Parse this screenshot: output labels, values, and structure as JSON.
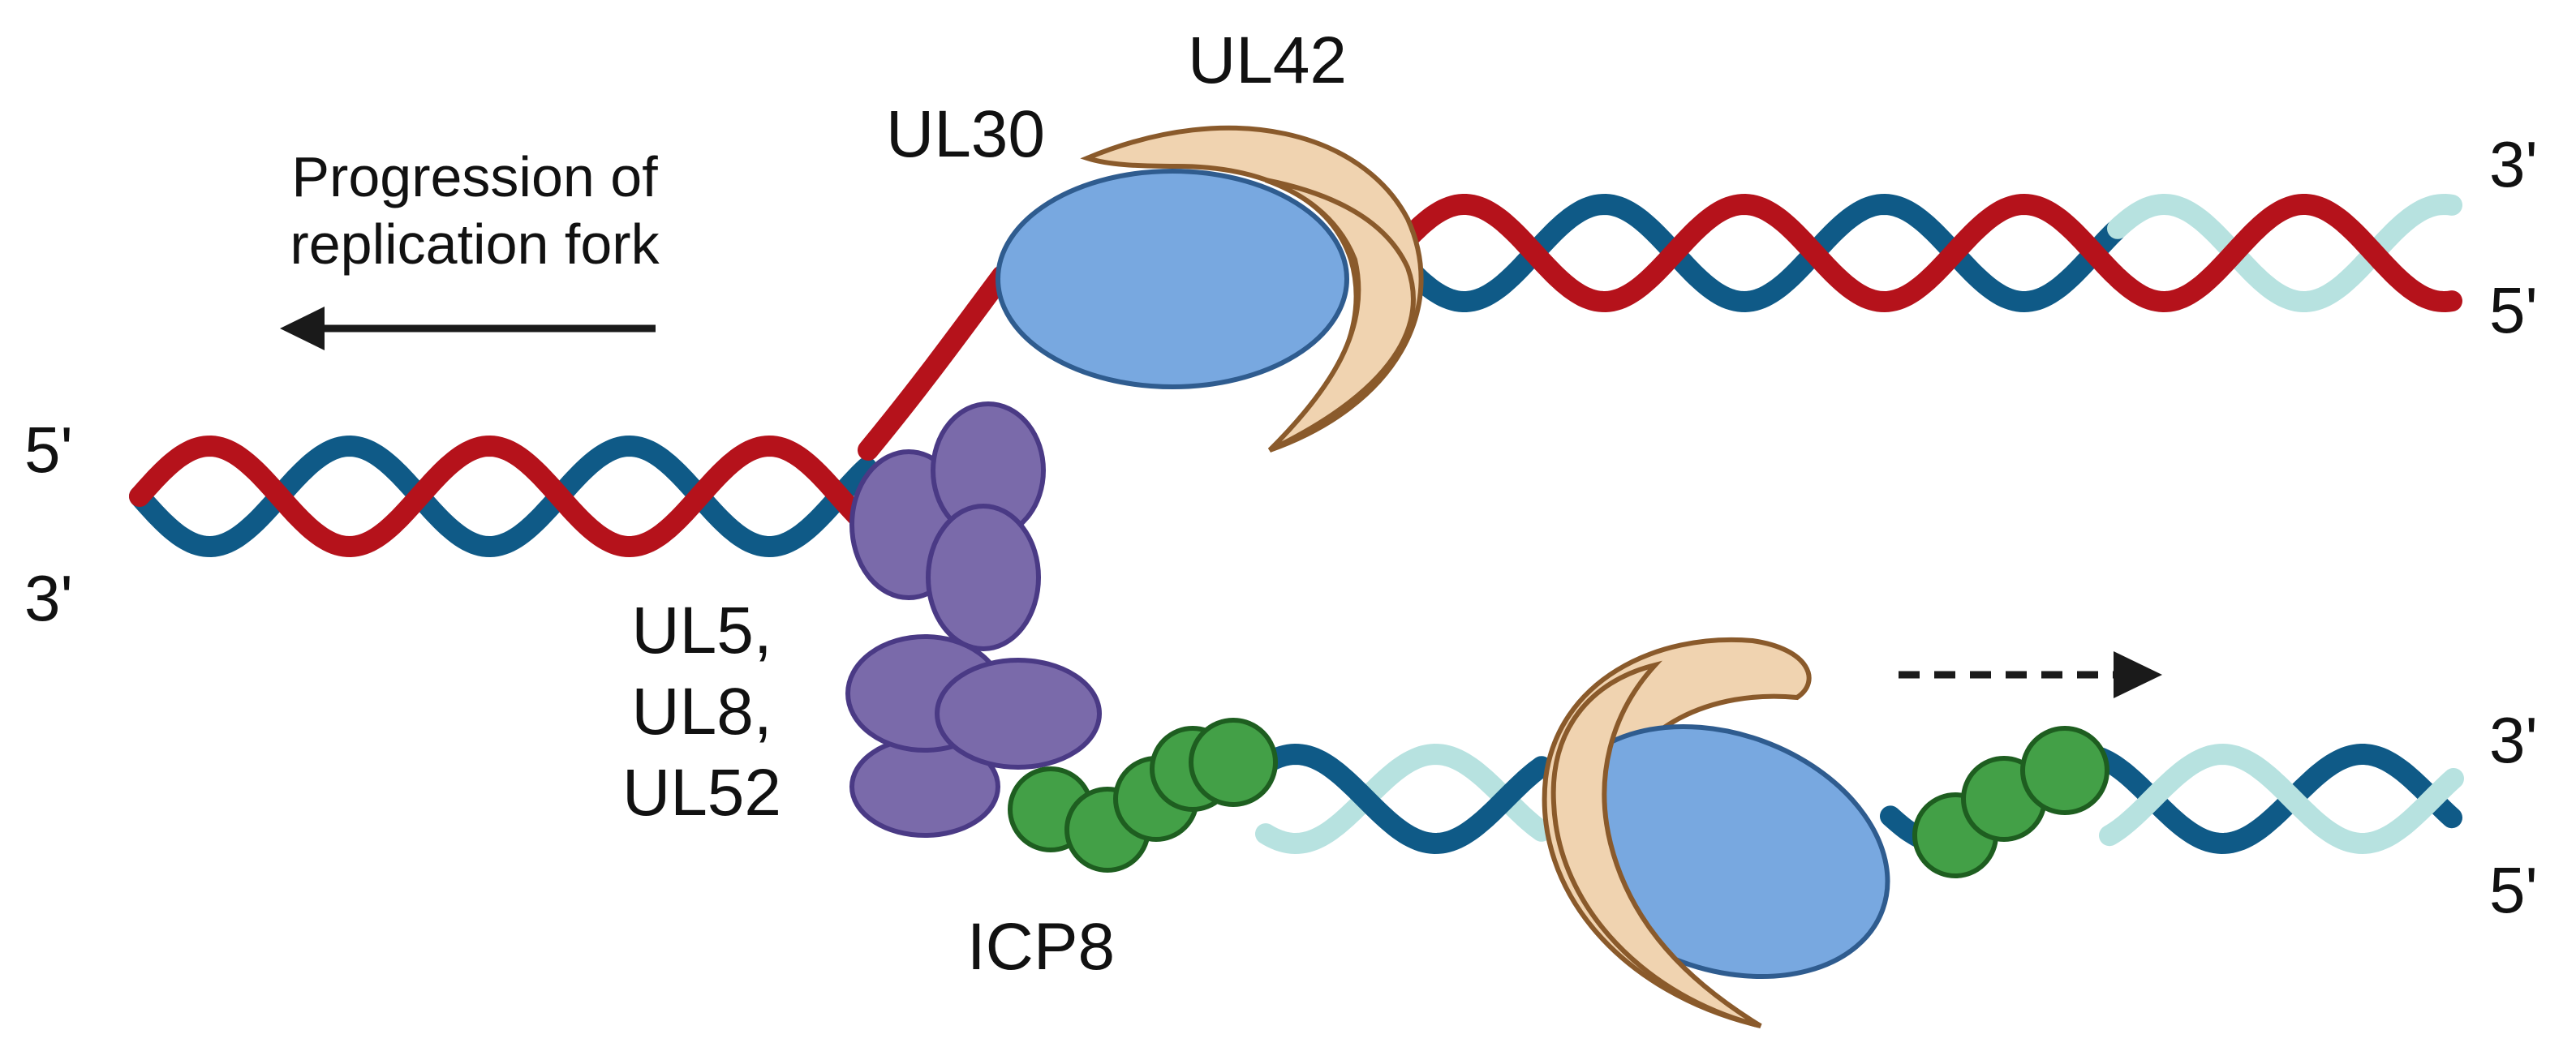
{
  "colors": {
    "strand_red": "#b5121b",
    "strand_blue": "#0f5a87",
    "strand_lightblue": "#b7e2e0",
    "polymerase_fill": "#78a8e0",
    "polymerase_stroke": "#2f5c8f",
    "clamp_fill": "#f0d3b0",
    "clamp_stroke": "#8a5a2b",
    "helicase_fill": "#7a6aaa",
    "helicase_stroke": "#4a3a85",
    "ssb_fill": "#43a047",
    "ssb_stroke": "#1e5e20",
    "arrow": "#1a1a1a"
  },
  "labels": {
    "ul42": "UL42",
    "ul30": "UL30",
    "progression_line1": "Progression of",
    "progression_line2": "replication fork",
    "helicase_line1": "UL5,",
    "helicase_line2": "UL8,",
    "helicase_line3": "UL52",
    "icp8": "ICP8",
    "left_top": "5'",
    "left_bottom": "3'",
    "upper_right_top": "3'",
    "upper_right_bottom": "5'",
    "lower_right_top": "3'",
    "lower_right_bottom": "5'"
  },
  "icons": {
    "polymerase": "ellipse-protein-icon",
    "clamp": "crescent-protein-icon",
    "helicase": "oval-cluster-icon",
    "ssb": "bead-chain-icon",
    "fork_arrow": "left-arrow-icon",
    "synthesis_arrow": "dashed-right-arrow-icon"
  }
}
